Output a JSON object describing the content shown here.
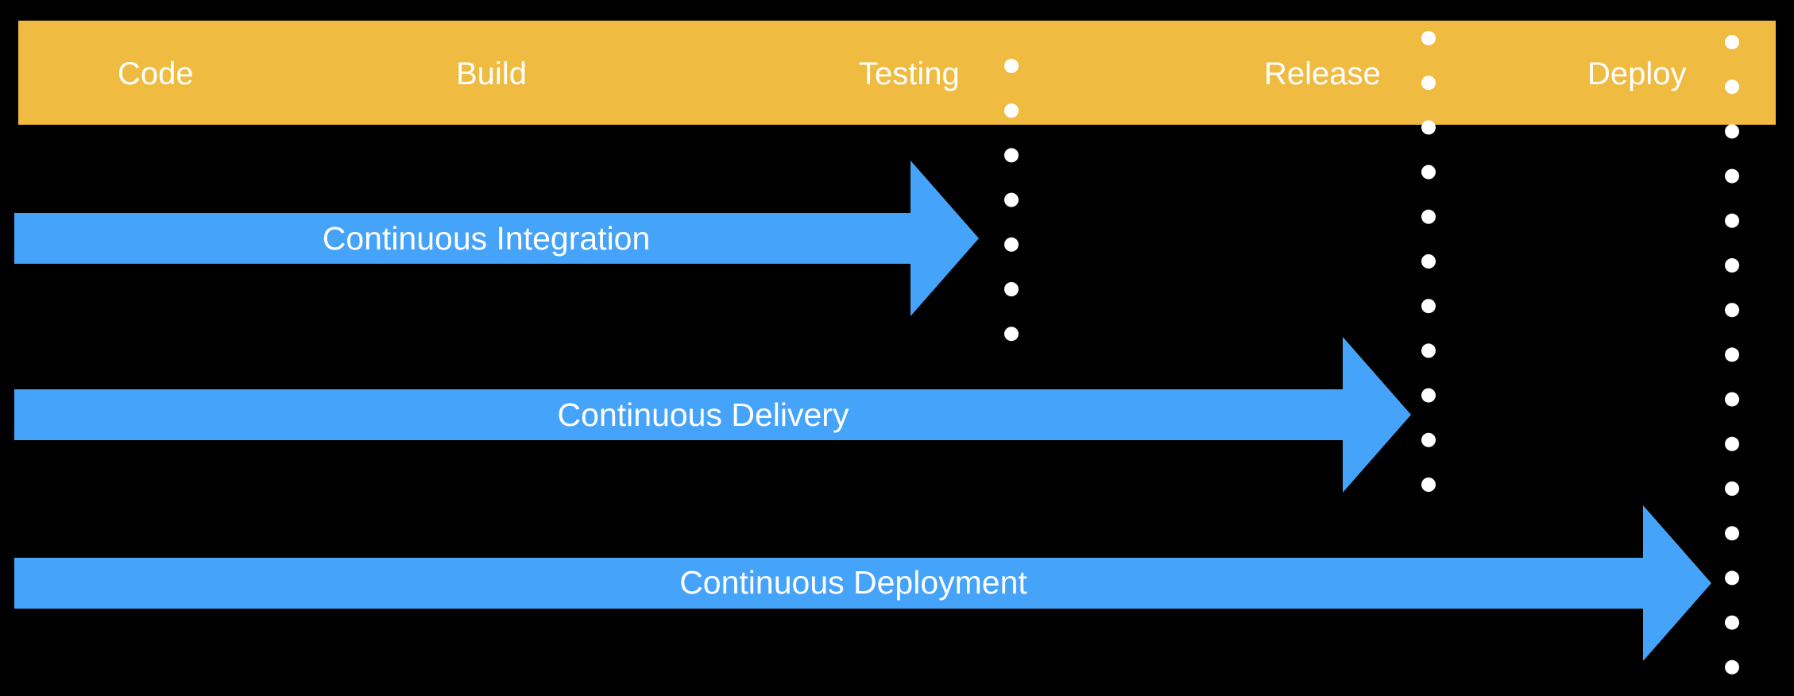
{
  "colors": {
    "background": "#000000",
    "header_band": "#f0bb41",
    "arrow": "#46a3fa",
    "dots": "#ffffff",
    "text": "#ffffff"
  },
  "header": {
    "stages": [
      "Code",
      "Build",
      "Testing",
      "Release",
      "Deploy"
    ]
  },
  "arrows": [
    {
      "label": "Continuous Integration",
      "ends_at_stage": "Testing"
    },
    {
      "label": "Continuous Delivery",
      "ends_at_stage": "Release"
    },
    {
      "label": "Continuous Deployment",
      "ends_at_stage": "Deploy"
    }
  ],
  "dot_lines": [
    {
      "after_stage": "Testing",
      "dot_count": 7
    },
    {
      "after_stage": "Release",
      "dot_count": 11
    },
    {
      "after_stage": "Deploy",
      "dot_count": 15
    }
  ]
}
